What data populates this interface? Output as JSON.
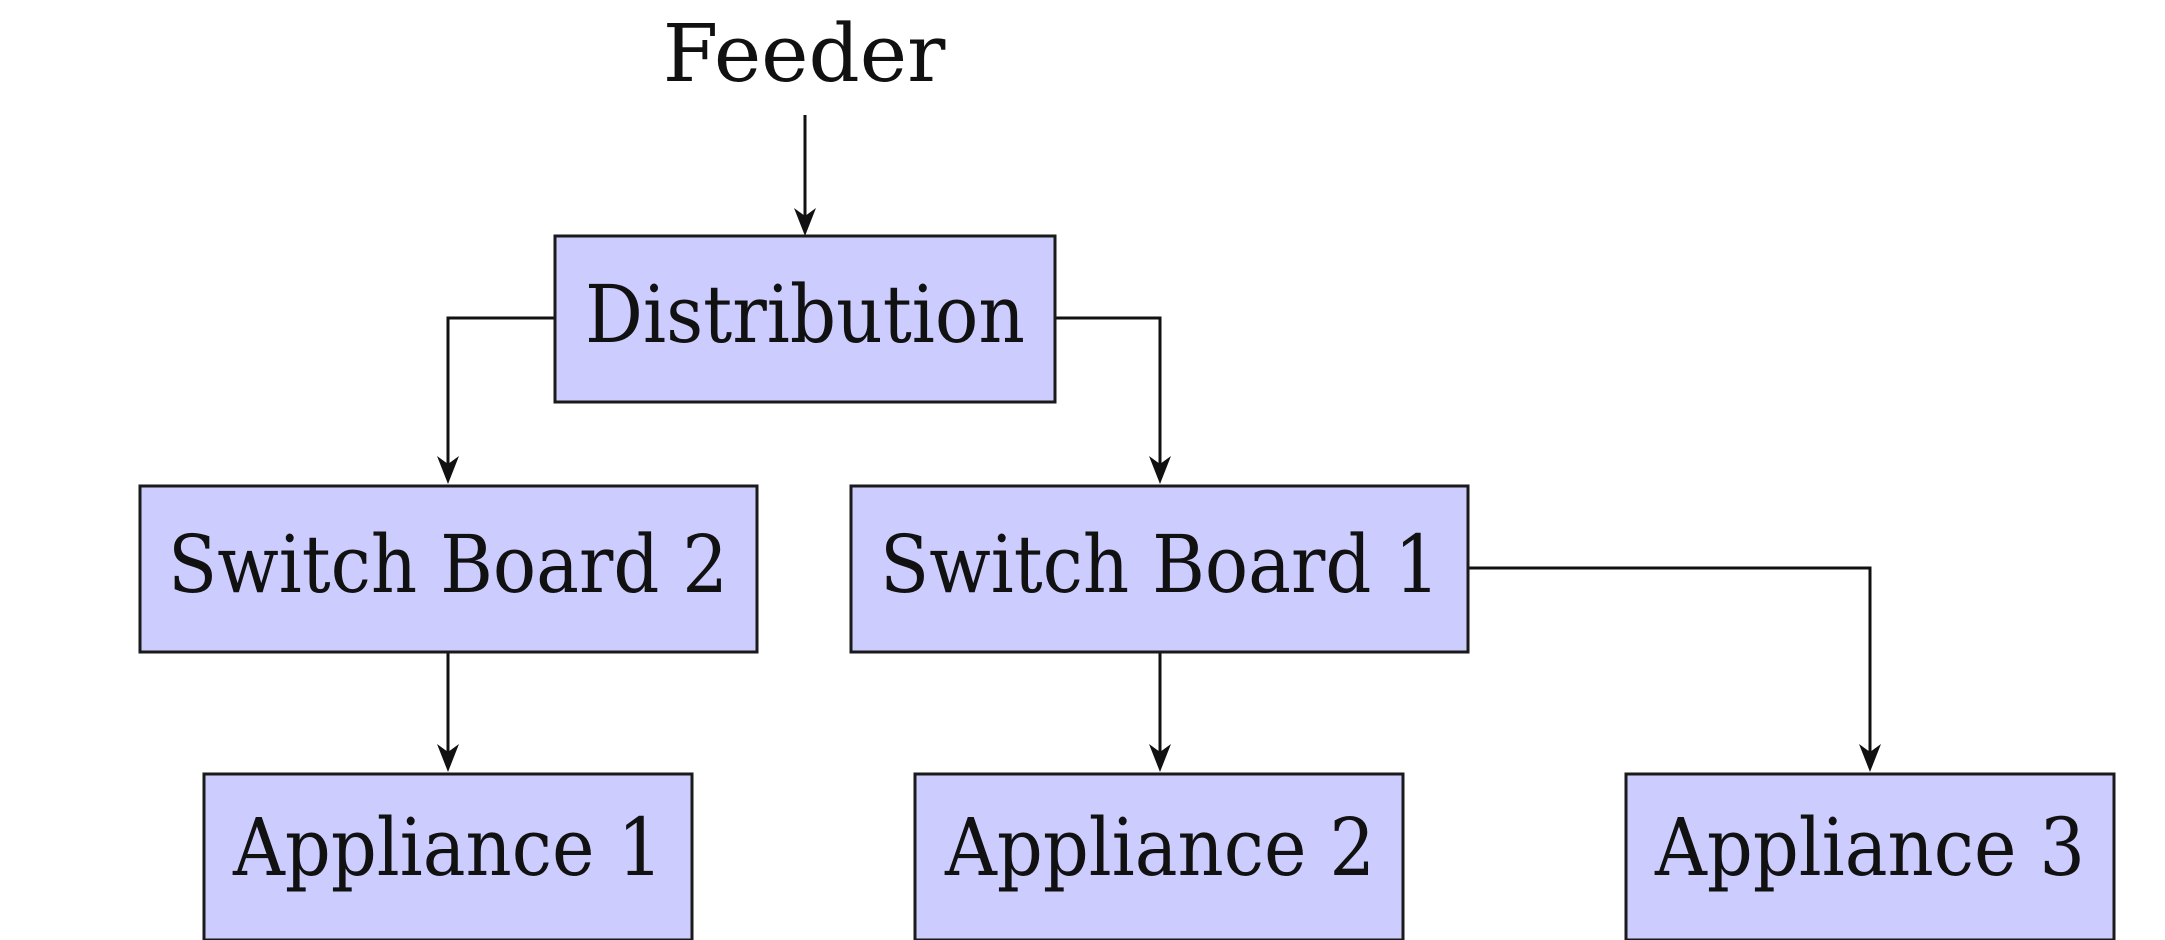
{
  "diagram": {
    "colors": {
      "box_fill": "#ccccff",
      "box_stroke": "#1a1a1a",
      "text": "#111111",
      "line": "#111111"
    },
    "nodes": {
      "feeder": "Feeder",
      "distribution": "Distribution",
      "switch_board_2": "Switch Board 2",
      "switch_board_1": "Switch Board 1",
      "appliance_1": "Appliance 1",
      "appliance_2": "Appliance 2",
      "appliance_3": "Appliance 3"
    },
    "edges": [
      {
        "from": "feeder",
        "to": "distribution"
      },
      {
        "from": "distribution",
        "to": "switch_board_2"
      },
      {
        "from": "distribution",
        "to": "switch_board_1"
      },
      {
        "from": "switch_board_2",
        "to": "appliance_1"
      },
      {
        "from": "switch_board_1",
        "to": "appliance_2"
      },
      {
        "from": "switch_board_1",
        "to": "appliance_3"
      }
    ]
  }
}
